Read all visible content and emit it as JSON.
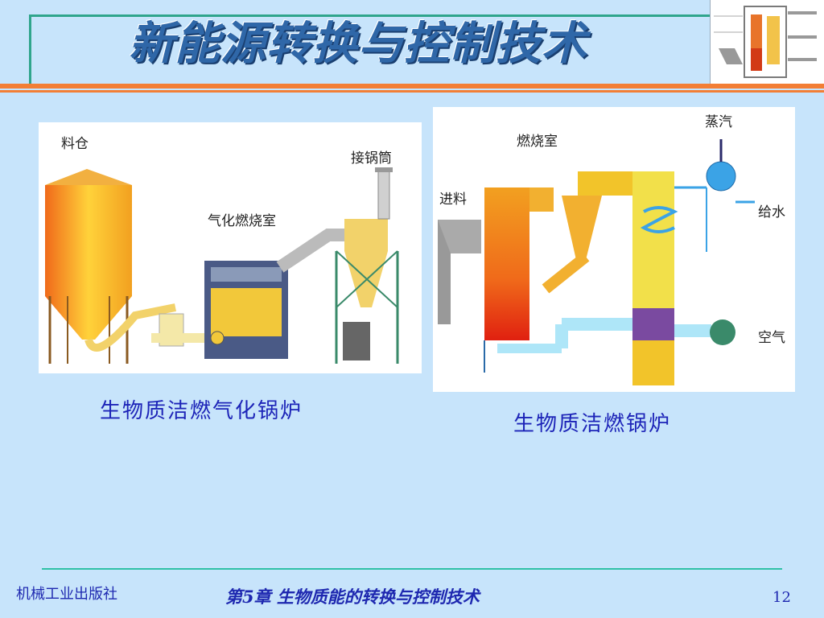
{
  "slide": {
    "title": "新能源转换与控制技术",
    "left_figure": {
      "labels": {
        "hopper": "料仓",
        "gasification_chamber": "气化燃烧室",
        "chimney": "接锅筒"
      },
      "caption": "生物质洁燃气化锅炉"
    },
    "right_figure": {
      "labels": {
        "combustion_chamber": "燃烧室",
        "steam": "蒸汽",
        "feed": "进料",
        "feed_water": "给水",
        "air": "空气"
      },
      "caption": "生物质洁燃锅炉"
    }
  },
  "footer": {
    "publisher": "机械工业出版社",
    "chapter": "第5章  生物质能的转换与控制技术",
    "page_number": "12"
  },
  "colors": {
    "background": "#c7e4fb",
    "title": "#2f67a8",
    "accent_band": "#f37e35",
    "caption": "#1d24b8",
    "footer_line": "#2fc1a6"
  }
}
